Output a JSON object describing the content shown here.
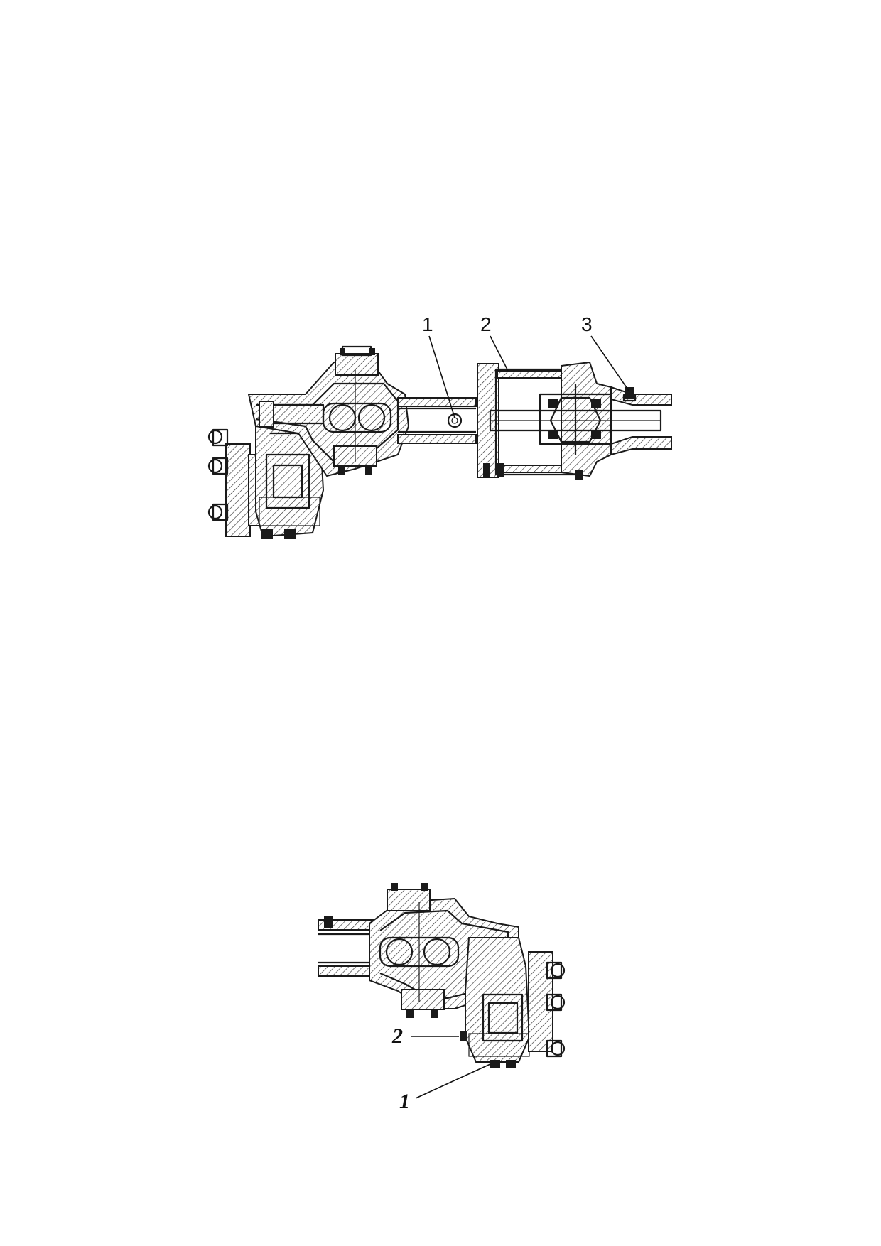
{
  "figures": [
    {
      "callouts": [
        {
          "label": "1"
        },
        {
          "label": "2"
        },
        {
          "label": "3"
        }
      ]
    },
    {
      "callouts": [
        {
          "label": "2"
        },
        {
          "label": "1"
        }
      ]
    }
  ],
  "colors": {
    "ink": "#1a1a1a",
    "background": "#ffffff"
  }
}
